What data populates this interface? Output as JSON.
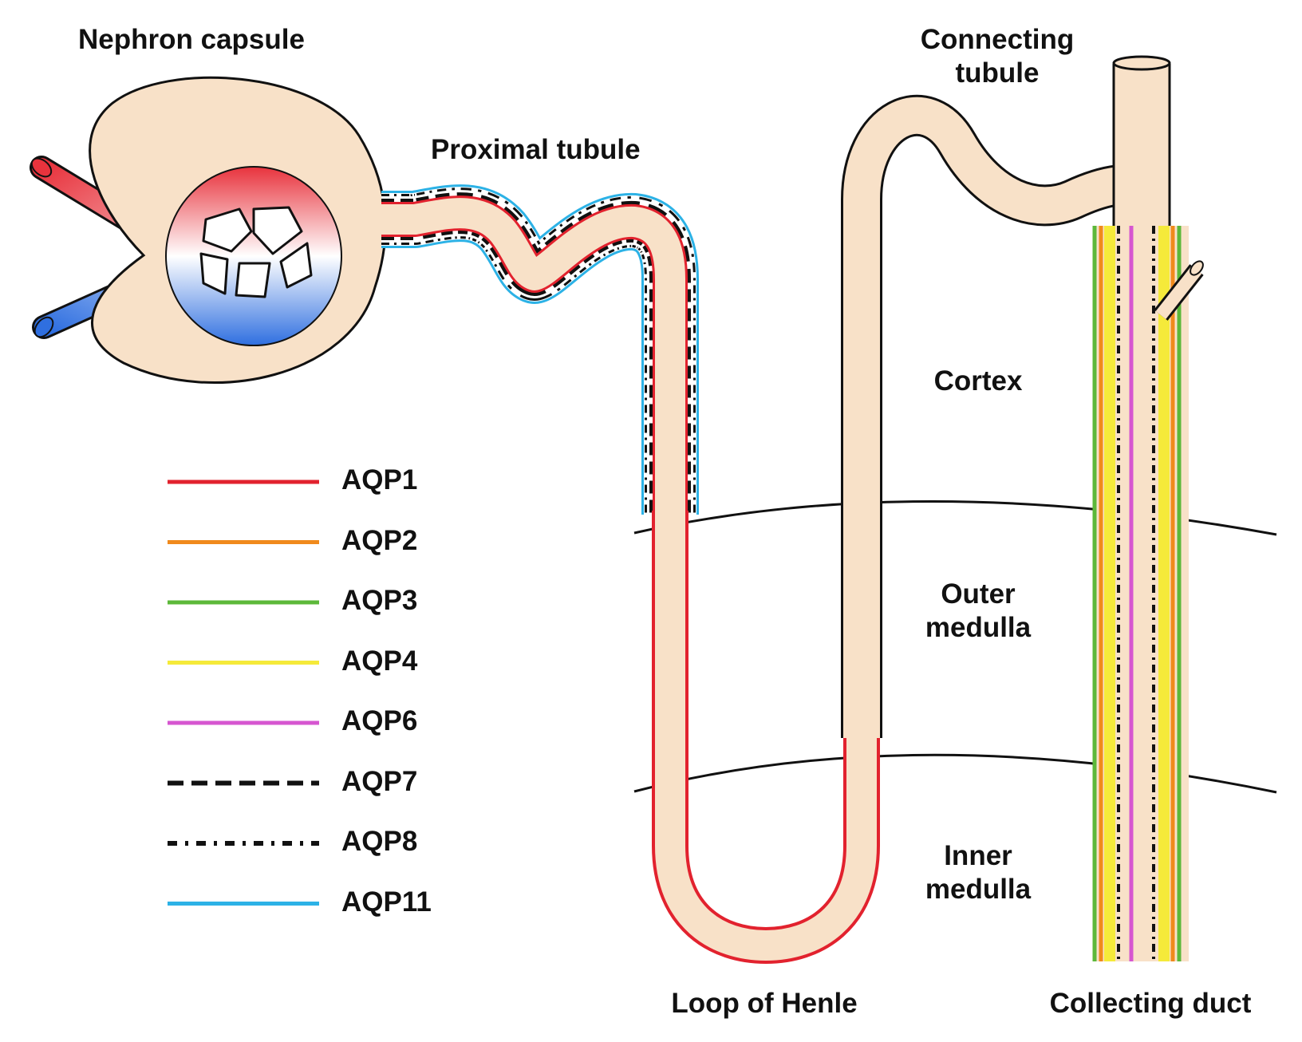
{
  "labels": {
    "nephron_capsule": "Nephron capsule",
    "proximal_tubule": "Proximal tubule",
    "connecting_tubule_line1": "Connecting",
    "connecting_tubule_line2": "tubule",
    "cortex": "Cortex",
    "outer_medulla_line1": "Outer",
    "outer_medulla_line2": "medulla",
    "inner_medulla_line1": "Inner",
    "inner_medulla_line2": "medulla",
    "loop_of_henle": "Loop of Henle",
    "collecting_duct": "Collecting duct"
  },
  "legend": [
    {
      "label": "AQP1",
      "color": "#e2222e",
      "style": "solid"
    },
    {
      "label": "AQP2",
      "color": "#f08a1c",
      "style": "solid"
    },
    {
      "label": "AQP3",
      "color": "#5cb83a",
      "style": "solid"
    },
    {
      "label": "AQP4",
      "color": "#f5ea3a",
      "style": "solid"
    },
    {
      "label": "AQP6",
      "color": "#d656d0",
      "style": "solid"
    },
    {
      "label": "AQP7",
      "color": "#111111",
      "style": "dashed"
    },
    {
      "label": "AQP8",
      "color": "#111111",
      "style": "dash-dot"
    },
    {
      "label": "AQP11",
      "color": "#2cb2e6",
      "style": "solid"
    }
  ],
  "colors": {
    "tubule_fill": "#f8e1c8",
    "outline": "#111111",
    "arteriole_red": "#e8333d",
    "arteriole_blue": "#2f6fe0"
  }
}
